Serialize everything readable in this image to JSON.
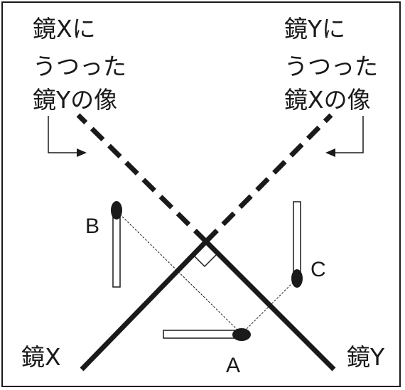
{
  "left_caption": {
    "line1": "鏡Xに",
    "line2": "うつった",
    "line3": "鏡Yの像"
  },
  "right_caption": {
    "line1": "鏡Yに",
    "line2": "うつった",
    "line3": "鏡Xの像"
  },
  "mirror_labels": {
    "x": "鏡X",
    "y": "鏡Y"
  },
  "point_labels": {
    "a": "A",
    "b": "B",
    "c": "C"
  },
  "colors": {
    "ink": "#1a1a1a",
    "background": "#ffffff"
  }
}
